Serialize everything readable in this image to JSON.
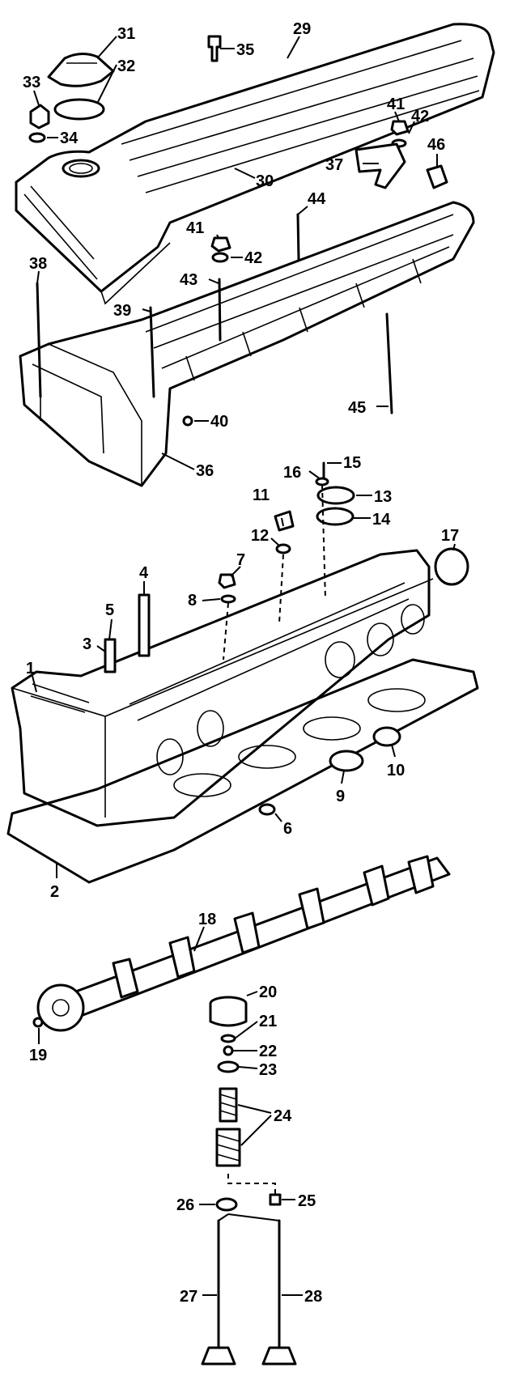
{
  "diagram": {
    "labels": {
      "1": "1",
      "2": "2",
      "3": "3",
      "4": "4",
      "5": "5",
      "6": "6",
      "7": "7",
      "8": "8",
      "9": "9",
      "10": "10",
      "11": "11",
      "12": "12",
      "13": "13",
      "14": "14",
      "15": "15",
      "16": "16",
      "17": "17",
      "18": "18",
      "19": "19",
      "20": "20",
      "21": "21",
      "22": "22",
      "23": "23",
      "24": "24",
      "25": "25",
      "26": "26",
      "27": "27",
      "28": "28",
      "29": "29",
      "30": "30",
      "31": "31",
      "32": "32",
      "33": "33",
      "34": "34",
      "35": "35",
      "36": "36",
      "37": "37",
      "38": "38",
      "39": "39",
      "40": "40",
      "41a": "41",
      "42a": "42",
      "41b": "41",
      "42b": "42",
      "43": "43",
      "44": "44",
      "45": "45",
      "46": "46"
    }
  }
}
